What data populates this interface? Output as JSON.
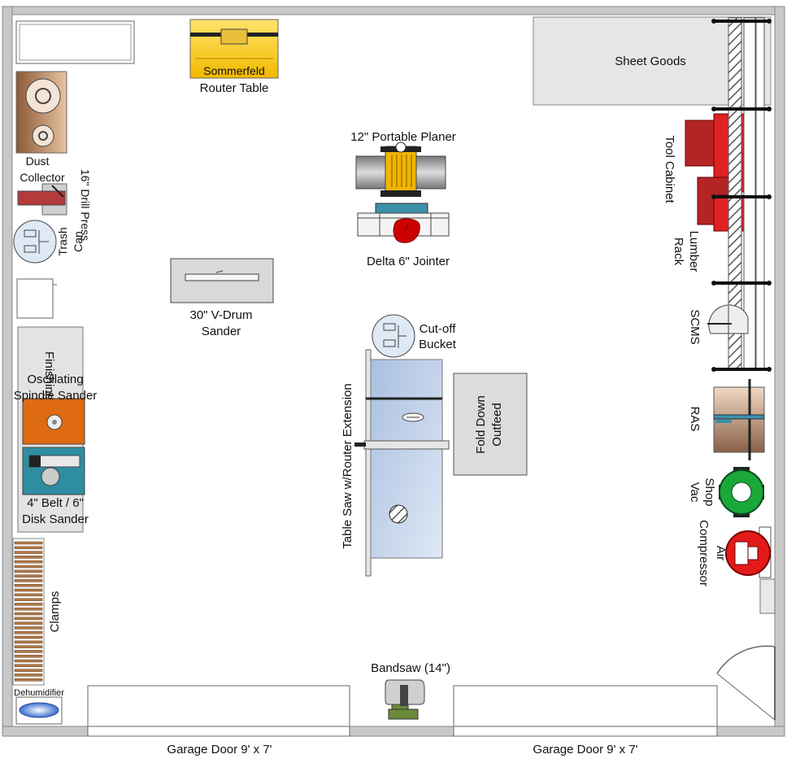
{
  "labels": {
    "router_table_brand": "Sommerfeld",
    "router_table": "Router Table",
    "sheet_goods": "Sheet Goods",
    "dust_collector_1": "Dust",
    "dust_collector_2": "Collector",
    "drill_press": "16\" Drill Press",
    "trash_can_1": "Trash",
    "trash_can_2": "Can",
    "planer": "12\" Portable Planer",
    "jointer": "Delta 6\" Jointer",
    "drum_sander_1": "30\" V-Drum",
    "drum_sander_2": "Sander",
    "finishing": "Finishing",
    "spindle_sander_1": "Oscillating",
    "spindle_sander_2": "Spindle Sander",
    "belt_sander_1": "4\" Belt / 6\"",
    "belt_sander_2": "Disk Sander",
    "clamps": "Clamps",
    "dehumidifier": "Dehumidifier",
    "cutoff_bucket_1": "Cut-off",
    "cutoff_bucket_2": "Bucket",
    "table_saw": "Table Saw w/Router Extension",
    "outfeed_1": "Fold Down",
    "outfeed_2": "Outfeed",
    "tool_cabinet": "Tool Cabinet",
    "lumber_rack_1": "Lumber",
    "lumber_rack_2": "Rack",
    "scms": "SCMS",
    "ras": "RAS",
    "shop_vac_1": "Shop",
    "shop_vac_2": "Vac",
    "air_compressor_1": "Air",
    "air_compressor_2": "Compressor",
    "bandsaw": "Bandsaw (14\")",
    "garage_door_left": "Garage Door 9' x 7'",
    "garage_door_right": "Garage Door 9' x 7'"
  },
  "colors": {
    "wall": "#c8c8c8",
    "router_table": "#f6c70a",
    "planer": "#f2b400",
    "dust_collector": "#b0815e",
    "drill_press": "#b33b3b",
    "tool_cabinet": "#d42020",
    "spindle_sander": "#de6a12",
    "belt_sander": "#2e8da0",
    "table_saw": "#b6c9e4",
    "shop_vac": "#1aa83a",
    "air_compressor": "#e41a1a",
    "bandsaw": "#6b8a3a",
    "jointer_guard": "#cc0000",
    "clamps": "#b07a4a"
  }
}
